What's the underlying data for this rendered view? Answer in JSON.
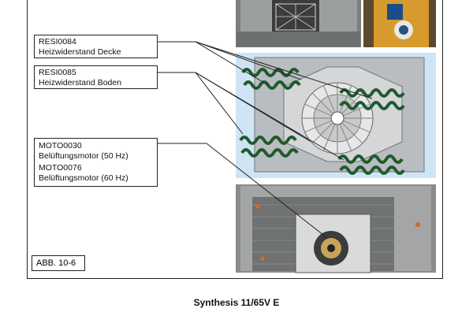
{
  "labels": {
    "resi0084": {
      "code": "RESI0084",
      "name": "Heizwiderstand Decke"
    },
    "resi0085": {
      "code": "RESI0085",
      "name": "Heizwiderstand Boden"
    },
    "moto": {
      "code1": "MOTO0030",
      "name1": "Belüftungsmotor (50 Hz)",
      "code2": "MOTO0076",
      "name2": "Belüftungsmotor (60 Hz)"
    }
  },
  "figure_label": "ABB. 10-6",
  "footer_title": "Synthesis 11/65V E",
  "colors": {
    "coil_green": "#1f5a2c",
    "panel_blue": "#cfe4f4",
    "plate_gray": "#b9bcc0",
    "photo_gray": "#8a8c8c",
    "accent_orange": "#e0a02a"
  },
  "icons": [
    "heater-coil-icon",
    "fan-wheel-icon",
    "motor-icon"
  ]
}
